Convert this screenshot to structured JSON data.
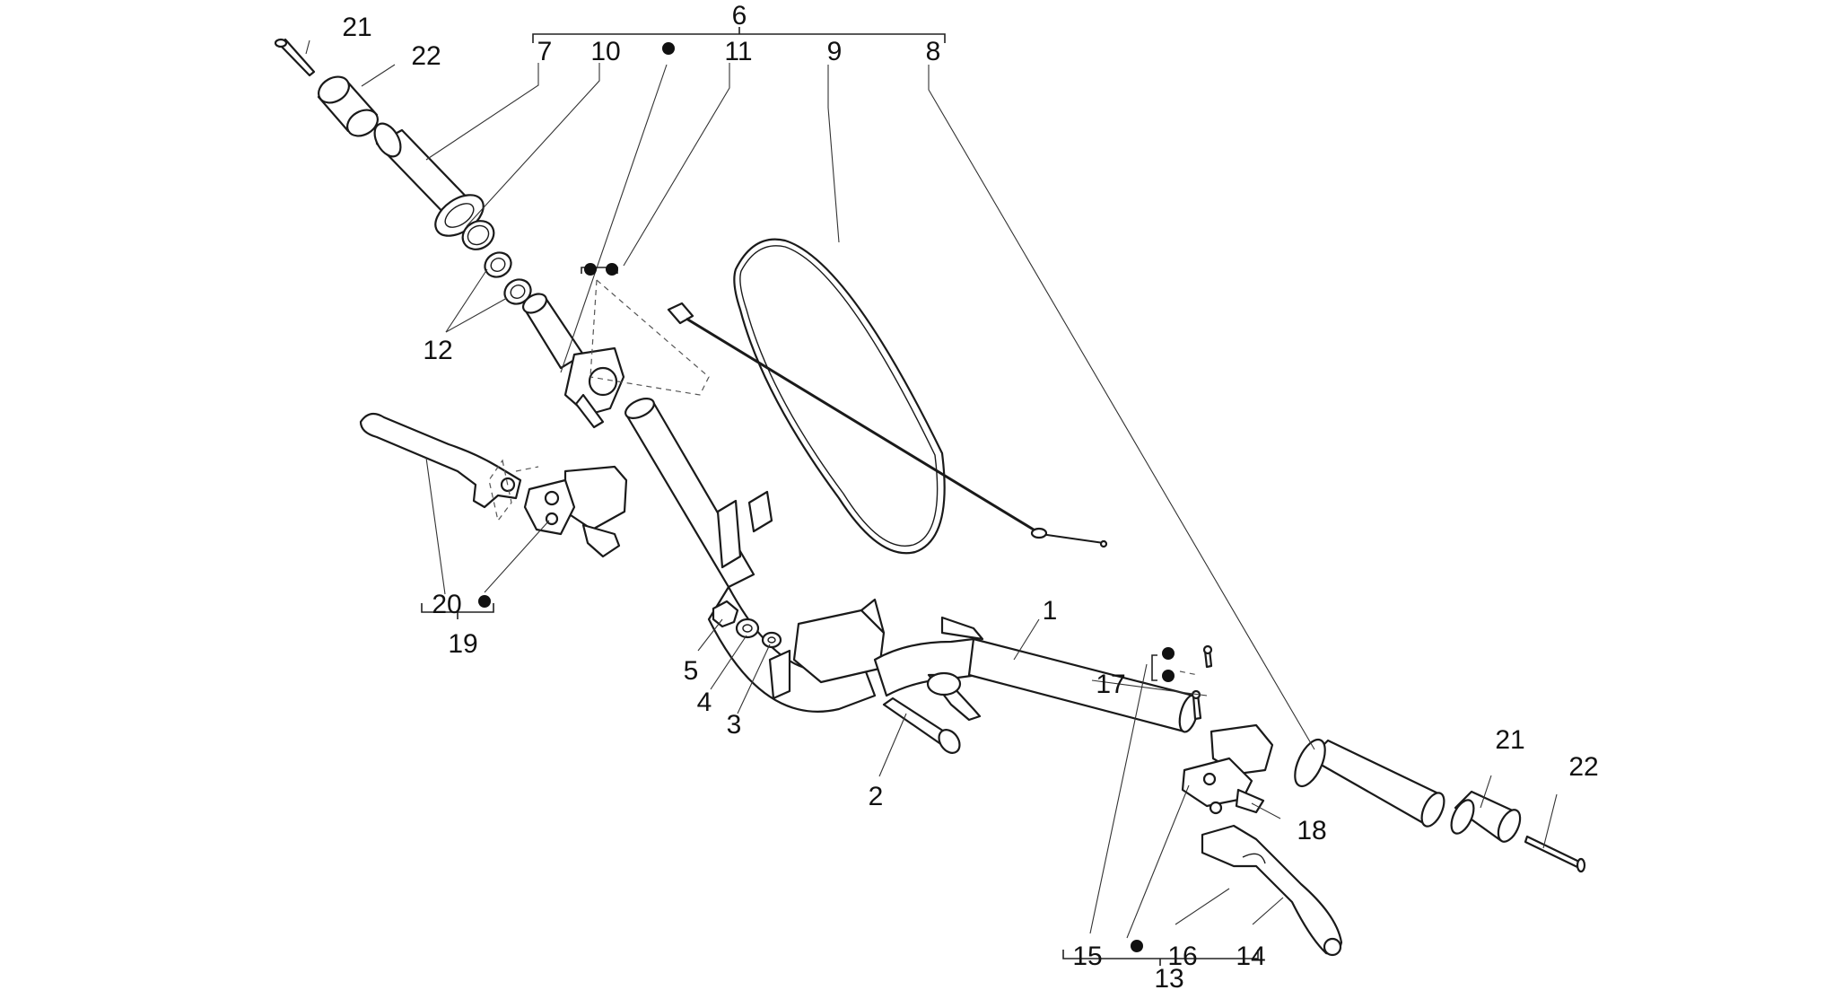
{
  "colors": {
    "line": "#1a1a1a",
    "background": "#ffffff"
  },
  "labels": {
    "p1": "1",
    "p2": "2",
    "p3": "3",
    "p4": "4",
    "p5": "5",
    "p6": "6",
    "p7": "7",
    "p8": "8",
    "p9": "9",
    "p10": "10",
    "p11": "11",
    "p12": "12",
    "p13": "13",
    "p14": "14",
    "p15": "15",
    "p16": "16",
    "p17": "17",
    "p18": "18",
    "p19": "19",
    "p20": "20",
    "p21_top": "21",
    "p22_top": "22",
    "p21_right": "21",
    "p22_right": "22"
  },
  "icons": {
    "kit_marker": "bullet-dot-icon"
  }
}
